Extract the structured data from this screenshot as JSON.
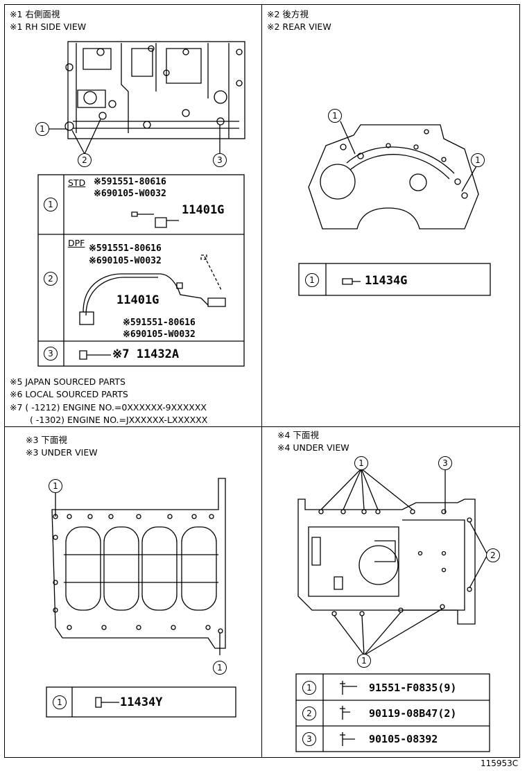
{
  "panel1": {
    "title_jp": "※1 右側面視",
    "title_en": "※1 RH SIDE VIEW",
    "callouts": [
      "1",
      "2",
      "3"
    ],
    "table": {
      "row1": {
        "num": "1",
        "tag": "STD",
        "p1": "※591551-80616",
        "p2": "※690105-W0032",
        "part": "11401G"
      },
      "row2": {
        "num": "2",
        "tag": "DPF",
        "p1": "※591551-80616",
        "p2": "※690105-W0032",
        "part": "11401G",
        "p3": "※591551-80616",
        "p4": "※690105-W0032"
      },
      "row3": {
        "num": "3",
        "part": "※7 11432A"
      }
    },
    "notes": [
      "※5 JAPAN SOURCED PARTS",
      "※6 LOCAL SOURCED PARTS",
      "※7 (      -1212) ENGINE NO.=0XXXXXX-9XXXXXX",
      "(      -1302) ENGINE NO.=JXXXXXX-LXXXXXX"
    ]
  },
  "panel2": {
    "title_jp": "※2 後方視",
    "title_en": "※2 REAR VIEW",
    "callouts": [
      "1",
      "1"
    ],
    "table": {
      "num": "1",
      "part": "11434G"
    }
  },
  "panel3": {
    "title_jp": "※3 下面視",
    "title_en": "※3 UNDER VIEW",
    "callouts": [
      "1",
      "1"
    ],
    "table": {
      "num": "1",
      "part": "11434Y"
    }
  },
  "panel4": {
    "title_jp": "※4 下面視",
    "title_en": "※4 UNDER VIEW",
    "callouts": [
      "1",
      "3",
      "2",
      "1"
    ],
    "table": [
      {
        "num": "1",
        "part": "91551-F0835(9)"
      },
      {
        "num": "2",
        "part": "90119-08B47(2)"
      },
      {
        "num": "3",
        "part": "90105-08392"
      }
    ]
  },
  "figure_id": "115953C"
}
